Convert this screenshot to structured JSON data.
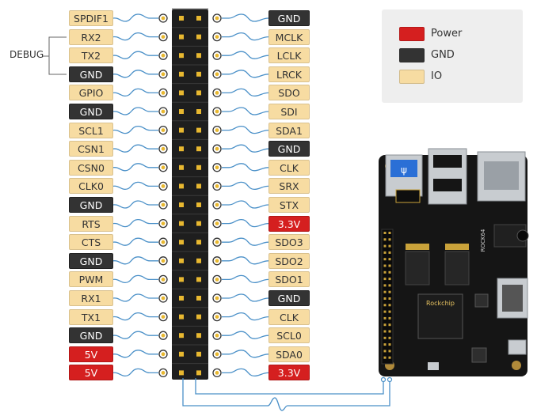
{
  "debug_label": "DEBUG",
  "left_pins": [
    {
      "label": "SPDIF1",
      "type": "io"
    },
    {
      "label": "RX2",
      "type": "io"
    },
    {
      "label": "TX2",
      "type": "io"
    },
    {
      "label": "GND",
      "type": "gnd"
    },
    {
      "label": "GPIO",
      "type": "io"
    },
    {
      "label": "GND",
      "type": "gnd"
    },
    {
      "label": "SCL1",
      "type": "io"
    },
    {
      "label": "CSN1",
      "type": "io"
    },
    {
      "label": "CSN0",
      "type": "io"
    },
    {
      "label": "CLK0",
      "type": "io"
    },
    {
      "label": "GND",
      "type": "gnd"
    },
    {
      "label": "RTS",
      "type": "io"
    },
    {
      "label": "CTS",
      "type": "io"
    },
    {
      "label": "GND",
      "type": "gnd"
    },
    {
      "label": "PWM",
      "type": "io"
    },
    {
      "label": "RX1",
      "type": "io"
    },
    {
      "label": "TX1",
      "type": "io"
    },
    {
      "label": "GND",
      "type": "gnd"
    },
    {
      "label": "5V",
      "type": "power"
    },
    {
      "label": "5V",
      "type": "power"
    }
  ],
  "right_pins": [
    {
      "label": "GND",
      "type": "gnd"
    },
    {
      "label": "MCLK",
      "type": "io"
    },
    {
      "label": "LCLK",
      "type": "io"
    },
    {
      "label": "LRCK",
      "type": "io"
    },
    {
      "label": "SDO",
      "type": "io"
    },
    {
      "label": "SDI",
      "type": "io"
    },
    {
      "label": "SDA1",
      "type": "io"
    },
    {
      "label": "GND",
      "type": "gnd"
    },
    {
      "label": "CLK",
      "type": "io"
    },
    {
      "label": "SRX",
      "type": "io"
    },
    {
      "label": "STX",
      "type": "io"
    },
    {
      "label": "3.3V",
      "type": "power"
    },
    {
      "label": "SDO3",
      "type": "io"
    },
    {
      "label": "SDO2",
      "type": "io"
    },
    {
      "label": "SDO1",
      "type": "io"
    },
    {
      "label": "GND",
      "type": "gnd"
    },
    {
      "label": "CLK",
      "type": "io"
    },
    {
      "label": "SCL0",
      "type": "io"
    },
    {
      "label": "SDA0",
      "type": "io"
    },
    {
      "label": "3.3V",
      "type": "power"
    }
  ],
  "legend": [
    {
      "label": "Power",
      "type": "power"
    },
    {
      "label": "GND",
      "type": "gnd"
    },
    {
      "label": "IO",
      "type": "io"
    }
  ],
  "colors": {
    "power": "#d51f1f",
    "gnd": "#333333",
    "io": "#f7dca2",
    "wire": "#4a90c8",
    "header": "#1e1e1e",
    "pin_gold": "#e8b830",
    "board": "#151515"
  },
  "board": {
    "brand_text": "Rockchip",
    "model_text": "ROCK64"
  }
}
